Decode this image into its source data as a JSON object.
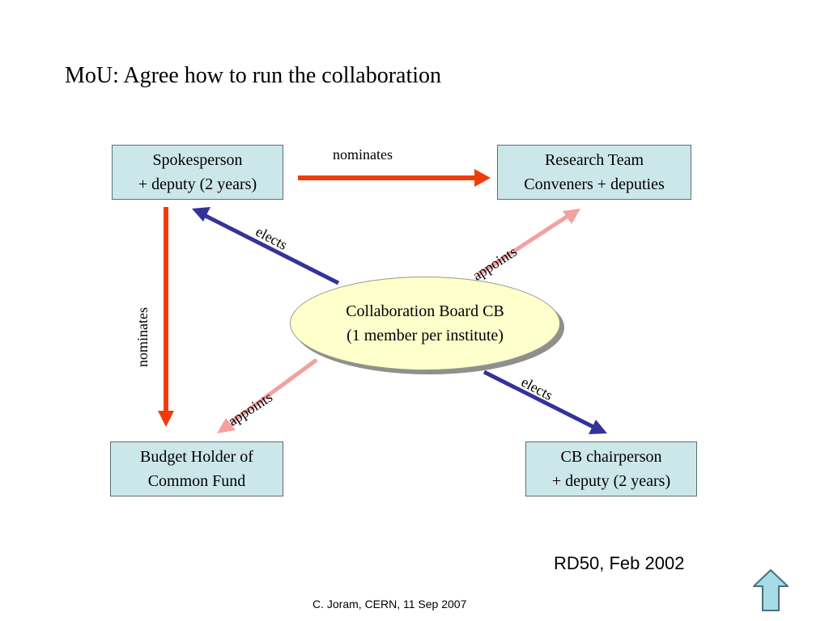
{
  "slide": {
    "title": "MoU: Agree how to run the collaboration",
    "reference": "RD50, Feb 2002",
    "footer": "C. Joram, CERN, 11 Sep 2007"
  },
  "nodes": {
    "spokesperson": {
      "line1": "Spokesperson",
      "line2": "+ deputy (2 years)"
    },
    "research_team": {
      "line1": "Research Team",
      "line2": "Conveners + deputies"
    },
    "budget_holder": {
      "line1": "Budget Holder of",
      "line2": "Common Fund"
    },
    "cb_chairperson": {
      "line1": "CB chairperson",
      "line2": "+ deputy (2 years)"
    },
    "collaboration_board": {
      "line1": "Collaboration Board CB",
      "line2": "(1 member per institute)"
    }
  },
  "edges": {
    "spokes_to_research": "nominates",
    "spokes_to_budget": "nominates",
    "cb_to_spokes": "elects",
    "cb_to_research": "appoints",
    "cb_to_budget": "appoints",
    "cb_to_chair": "elects"
  },
  "colors": {
    "nominates": "#f03c0a",
    "elects": "#333399",
    "appoints": "#f4a0a0",
    "box_fill": "#cce7ea",
    "ellipse_fill": "#ffffcc",
    "up_button": "#a6dce6"
  },
  "icons": {
    "navigation": "up-arrow-icon"
  }
}
